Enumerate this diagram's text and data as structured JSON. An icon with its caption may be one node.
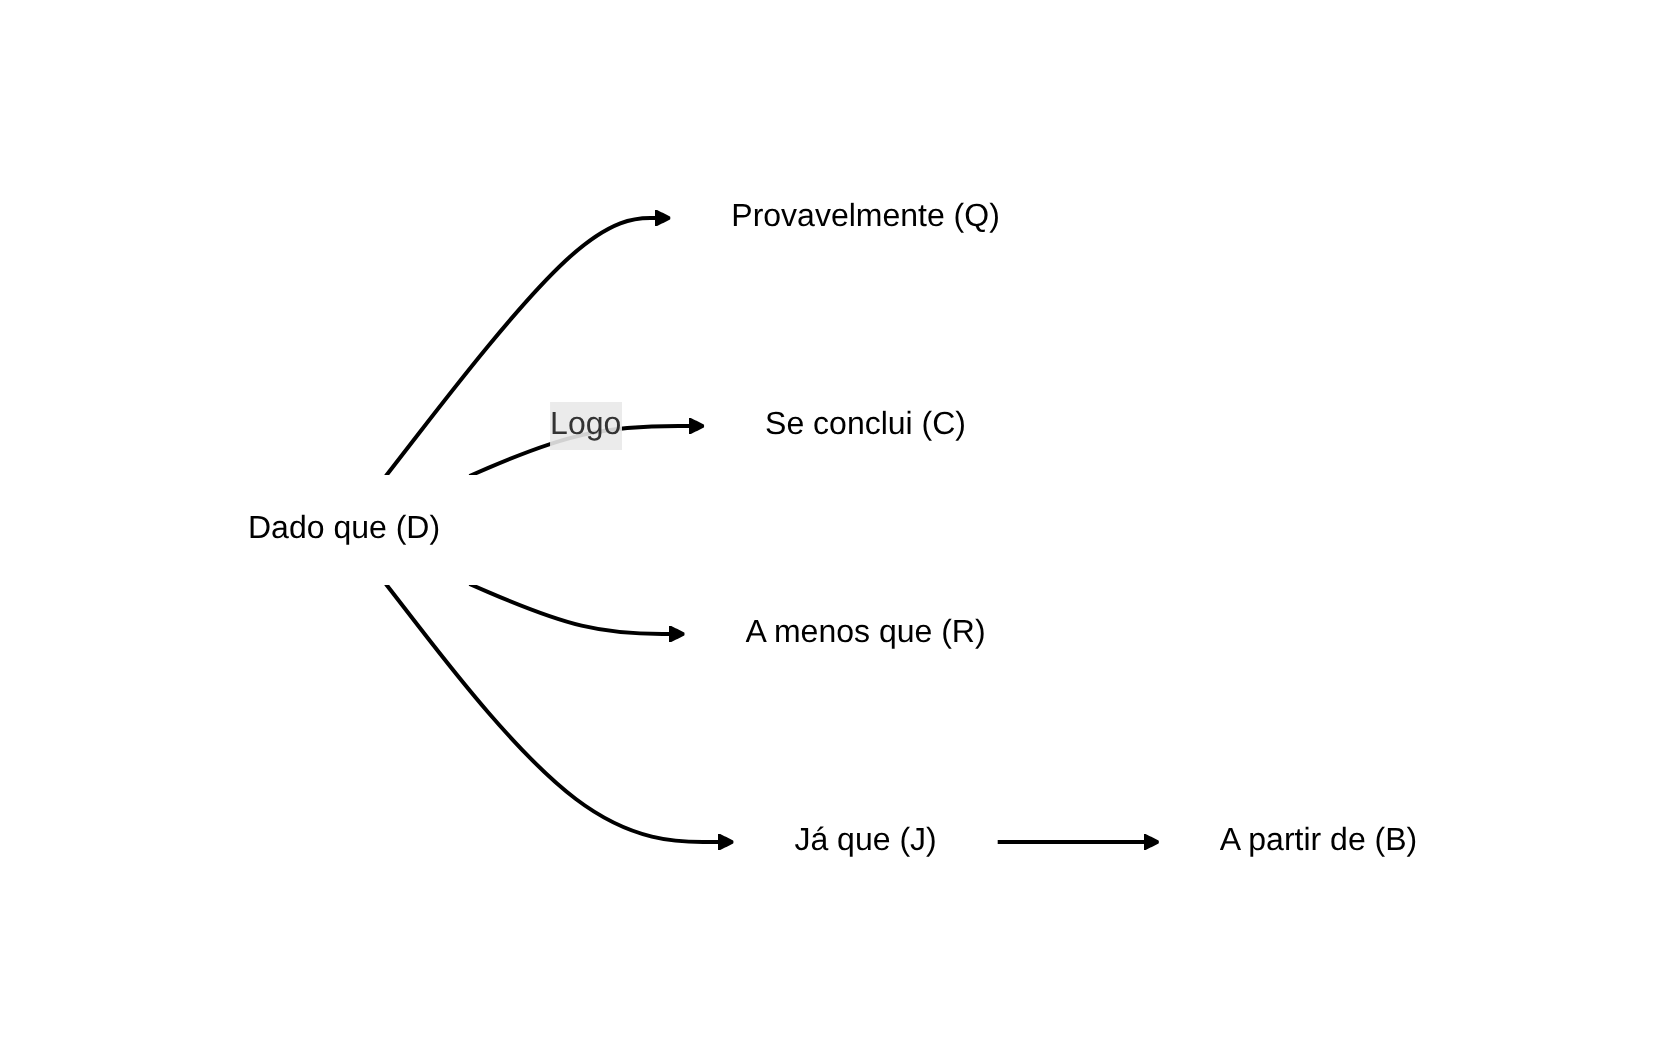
{
  "diagram": {
    "nodes": [
      {
        "text": [
          "Dado que (D)"
        ]
      },
      {
        "text": [
          "Provavelmente (Q)"
        ]
      },
      {
        "text": [
          "Se conclui (C)"
        ]
      },
      {
        "text": [
          "A menos que (R)"
        ]
      },
      {
        "text": [
          "Já que (J)"
        ]
      },
      {
        "text": [
          "A partir de (B)"
        ]
      }
    ],
    "edges": [
      {
        "from": 0,
        "to": 2,
        "arrow": "to",
        "label": "Logo"
      },
      {
        "from": 0,
        "to": 1,
        "arrow": "to"
      },
      {
        "from": 0,
        "to": 3,
        "arrow": "to"
      },
      {
        "from": 0,
        "to": 4,
        "arrow": "to"
      },
      {
        "from": 4,
        "to": 5,
        "arrow": "to"
      }
    ]
  }
}
